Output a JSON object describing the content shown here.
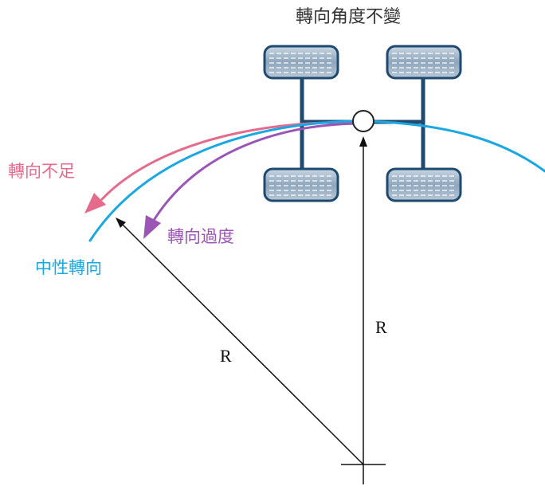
{
  "title": "轉向角度不變",
  "paths": {
    "understeer": {
      "label": "轉向不足",
      "color": "#e56b8d"
    },
    "oversteer": {
      "label": "轉向過度",
      "color": "#9b55b5"
    },
    "neutral": {
      "label": "中性轉向",
      "color": "#1ba7e1"
    }
  },
  "radius_labels": {
    "diagonal": "R",
    "vertical": "R"
  },
  "colors": {
    "axle": "#1f4a70",
    "tire_fill": "#9fb4c7",
    "tire_tread": "#ffffff",
    "radius_line": "#111111"
  }
}
